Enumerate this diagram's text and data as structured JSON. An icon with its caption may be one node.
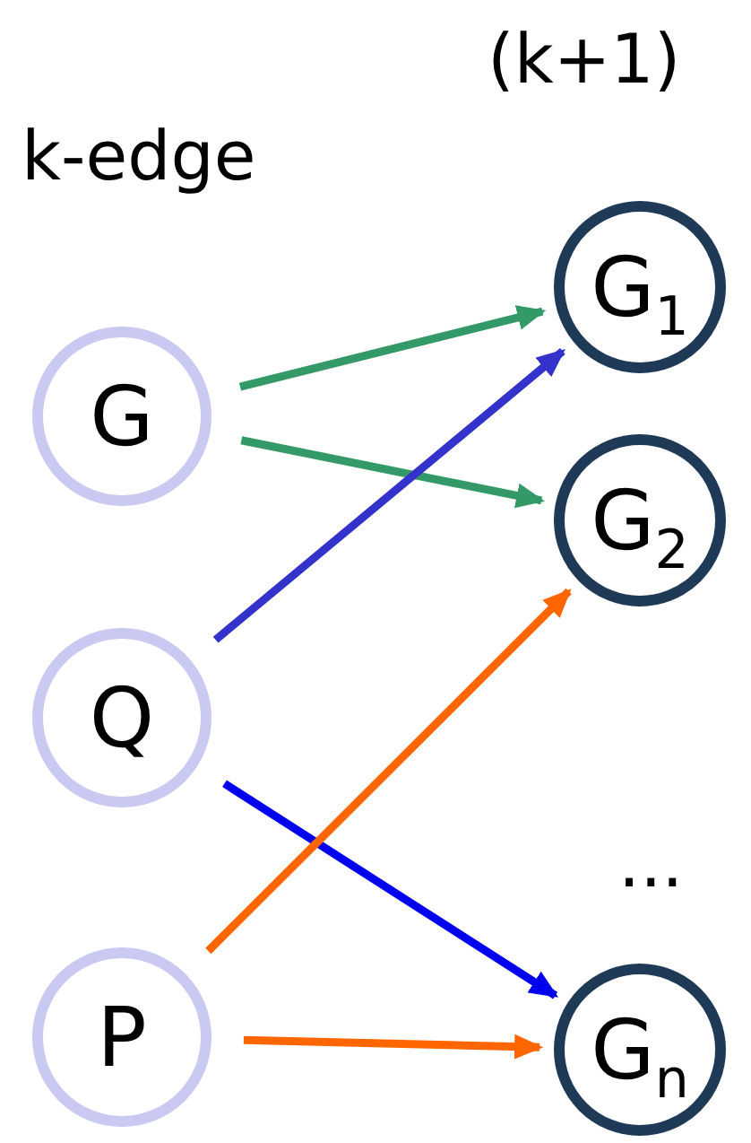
{
  "diagram": {
    "nodes": [
      {
        "text": [
          "G"
        ]
      },
      {
        "text": [
          "Q"
        ]
      },
      {
        "text": [
          "P"
        ]
      },
      {
        "text": [
          "G$_{1}$"
        ]
      },
      {
        "text": [
          "G$_{2}$"
        ]
      },
      {
        "text": [
          "G$_{n}$"
        ]
      }
    ],
    "edges": [
      {
        "from": 0,
        "to": 3,
        "arrow": "to",
        "color": "#339966"
      },
      {
        "from": 0,
        "to": 4,
        "arrow": "to",
        "color": "#339966"
      },
      {
        "from": 1,
        "to": 3,
        "arrow": "to",
        "color": "#3333cc"
      },
      {
        "from": 1,
        "to": 5,
        "arrow": "to",
        "color": "#0000ee"
      },
      {
        "from": 2,
        "to": 4,
        "arrow": "to",
        "color": "#ff6600"
      },
      {
        "from": 2,
        "to": 5,
        "arrow": "to",
        "color": "#ff6600"
      }
    ],
    "labels": [
      "(k+1)",
      "k-edge",
      "..."
    ]
  }
}
